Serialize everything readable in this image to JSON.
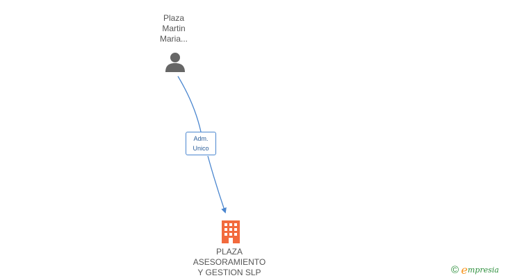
{
  "person": {
    "name_lines": [
      "Plaza",
      "Martin",
      "Maria..."
    ],
    "icon": "person-icon"
  },
  "edge": {
    "label_lines": [
      "Adm.",
      "Unico"
    ],
    "color": "#4a86cf"
  },
  "company": {
    "name_lines": [
      "PLAZA",
      "ASESORAMIENTO",
      "Y GESTION SLP"
    ],
    "icon": "building-icon",
    "color": "#f26a3d"
  },
  "brand": {
    "copyright_symbol": "©",
    "logo_initial": "e",
    "logo_rest": "mpresia"
  }
}
